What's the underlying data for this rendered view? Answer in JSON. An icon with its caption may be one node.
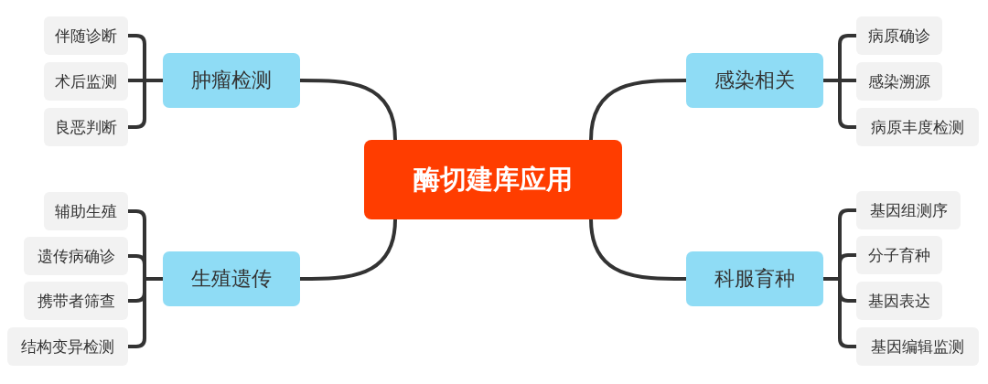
{
  "diagram": {
    "nodes": [
      {
        "text": [
          "酶切建库应用"
        ]
      },
      {
        "text": [
          "肿瘤检测"
        ]
      },
      {
        "text": [
          "伴随诊断"
        ]
      },
      {
        "text": [
          "术后监测"
        ]
      },
      {
        "text": [
          "良恶判断"
        ]
      },
      {
        "text": [
          "感染相关"
        ]
      },
      {
        "text": [
          "病原确诊"
        ]
      },
      {
        "text": [
          "感染溯源"
        ]
      },
      {
        "text": [
          "病原丰度检测"
        ]
      },
      {
        "text": [
          "生殖遗传"
        ]
      },
      {
        "text": [
          "辅助生殖"
        ]
      },
      {
        "text": [
          "遗传病确诊"
        ]
      },
      {
        "text": [
          "携带者筛查"
        ]
      },
      {
        "text": [
          "结构变异检测"
        ]
      },
      {
        "text": [
          "科服育种"
        ]
      },
      {
        "text": [
          "基因组测序"
        ]
      },
      {
        "text": [
          "分子育种"
        ]
      },
      {
        "text": [
          "基因表达"
        ]
      },
      {
        "text": [
          "基因编辑监测"
        ]
      }
    ],
    "edges": [
      {
        "from": 0,
        "to": 1,
        "arrow": "none"
      },
      {
        "from": 1,
        "to": 2,
        "arrow": "none"
      },
      {
        "from": 1,
        "to": 3,
        "arrow": "none"
      },
      {
        "from": 1,
        "to": 4,
        "arrow": "none"
      },
      {
        "from": 0,
        "to": 5,
        "arrow": "none"
      },
      {
        "from": 5,
        "to": 6,
        "arrow": "none"
      },
      {
        "from": 5,
        "to": 7,
        "arrow": "none"
      },
      {
        "from": 5,
        "to": 8,
        "arrow": "none"
      },
      {
        "from": 0,
        "to": 9,
        "arrow": "none"
      },
      {
        "from": 9,
        "to": 10,
        "arrow": "none"
      },
      {
        "from": 9,
        "to": 11,
        "arrow": "none"
      },
      {
        "from": 9,
        "to": 12,
        "arrow": "none"
      },
      {
        "from": 9,
        "to": 13,
        "arrow": "none"
      },
      {
        "from": 0,
        "to": 14,
        "arrow": "none"
      },
      {
        "from": 14,
        "to": 15,
        "arrow": "none"
      },
      {
        "from": 14,
        "to": 16,
        "arrow": "none"
      },
      {
        "from": 14,
        "to": 17,
        "arrow": "none"
      },
      {
        "from": 14,
        "to": 18,
        "arrow": "none"
      }
    ]
  }
}
